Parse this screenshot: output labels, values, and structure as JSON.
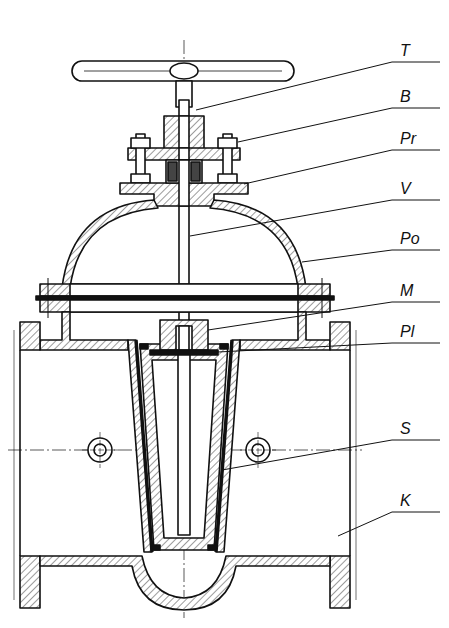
{
  "diagram": {
    "labels": [
      "T",
      "B",
      "Pr",
      "V",
      "Po",
      "M",
      "Pl",
      "S",
      "K"
    ]
  }
}
